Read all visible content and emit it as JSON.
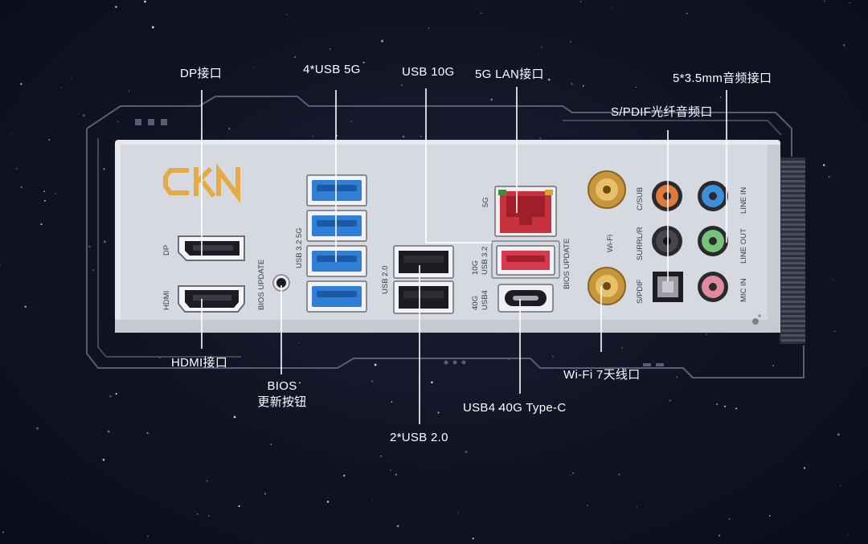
{
  "brand": {
    "logo_text": "CKN",
    "logo_color": "#e3aa45"
  },
  "callouts": {
    "dp": "DP接口",
    "usb5g": "4*USB 5G",
    "usb10g": "USB 10G",
    "lan": "5G LAN接口",
    "audio": "5*3.5mm音频接口",
    "spdif": "S/PDIF光纤音频口",
    "hdmi": "HDMI接口",
    "bios_line1": "BIOS",
    "bios_line2": "更新按钮",
    "usb4": "USB4 40G Type-C",
    "usb20": "2*USB 2.0",
    "wifi": "Wi-Fi 7天线口"
  },
  "plate_labels": {
    "dp": "DP",
    "hdmi": "HDMI",
    "bios_update_left": "BIOS UPDATE",
    "usb32_5g": "USB 3.2 5G",
    "usb20": "USB 2.0",
    "lan_5g": "5G",
    "usb32_10g_a": "10G",
    "usb32_10g_b": "USB 3.2",
    "usb4_a": "40G",
    "usb4_b": "USB4",
    "bios_update_right": "BIOS UPDATE",
    "wifi": "Wi-Fi",
    "c_sub": "C/SUB",
    "surr": "SURRL/R",
    "spdif": "S/PDIF",
    "line_in": "LINE IN",
    "line_out": "LINE OUT",
    "mic_in": "MIC IN"
  },
  "colors": {
    "background": "#121426",
    "plate": "#d9dbe2",
    "usb3_blue": "#2f7fd6",
    "usb_red": "#d8394d",
    "lan_red": "#c8323c",
    "gold": "#c89a3c",
    "jack_orange": "#e07a3a",
    "jack_blue": "#3d8fd8",
    "jack_black": "#2a2a2e",
    "jack_green": "#78c27a",
    "jack_pink": "#e08aa0",
    "frame_line": "#5a5d72"
  }
}
